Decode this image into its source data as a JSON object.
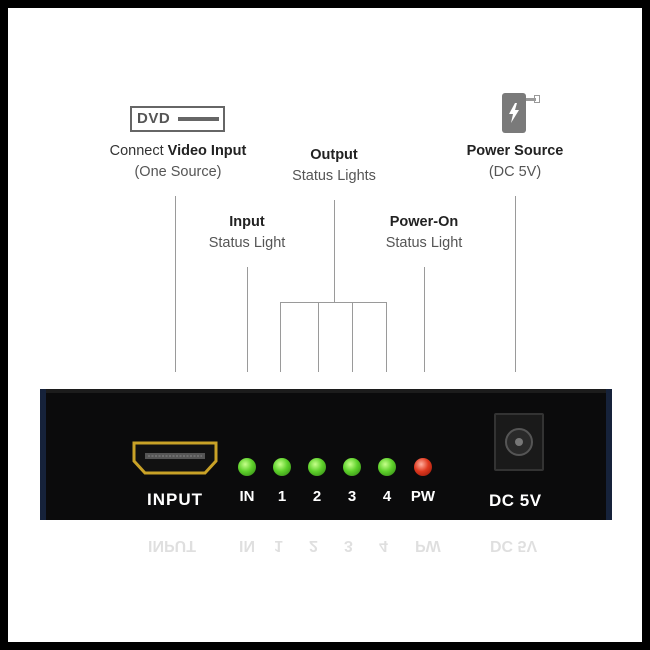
{
  "callouts": {
    "video_input": {
      "prefix": "Connect ",
      "bold": "Video Input",
      "sub": "(One Source)"
    },
    "output": {
      "title": "Output",
      "sub": "Status Lights"
    },
    "power_source": {
      "title": "Power Source",
      "sub": "(DC 5V)"
    },
    "input": {
      "title": "Input",
      "sub": "Status Light"
    },
    "power_on": {
      "title": "Power-On",
      "sub": "Status Light"
    }
  },
  "icons": {
    "dvd": "dvd-player-icon",
    "dvd_text": "DVD",
    "power": "power-adapter-icon"
  },
  "device": {
    "input_label": "INPUT",
    "dc_label": "DC 5V",
    "leds": [
      {
        "label": "IN",
        "color": "#5ed12b"
      },
      {
        "label": "1",
        "color": "#5ed12b"
      },
      {
        "label": "2",
        "color": "#5ed12b"
      },
      {
        "label": "3",
        "color": "#5ed12b"
      },
      {
        "label": "4",
        "color": "#5ed12b"
      },
      {
        "label": "PW",
        "color": "#e0391f"
      }
    ]
  },
  "colors": {
    "background": "#ffffff",
    "frame": "#000000",
    "device": "#0b0b0c",
    "leader_lines": "#9a9a9a"
  }
}
